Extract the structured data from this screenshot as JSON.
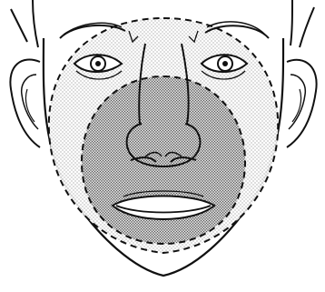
{
  "illustration": {
    "colors": {
      "background": "#ffffff",
      "line": "#111111",
      "outer_zone_shade": "#c8c8c8",
      "inner_zone_shade": "#8f8f8f",
      "paper_lines": "#ffffff"
    },
    "zones": [
      {
        "id": "outer-zone",
        "shading": "light-stipple",
        "border": "dashed"
      },
      {
        "id": "inner-zone",
        "shading": "dark-stipple",
        "border": "dashed"
      }
    ]
  }
}
